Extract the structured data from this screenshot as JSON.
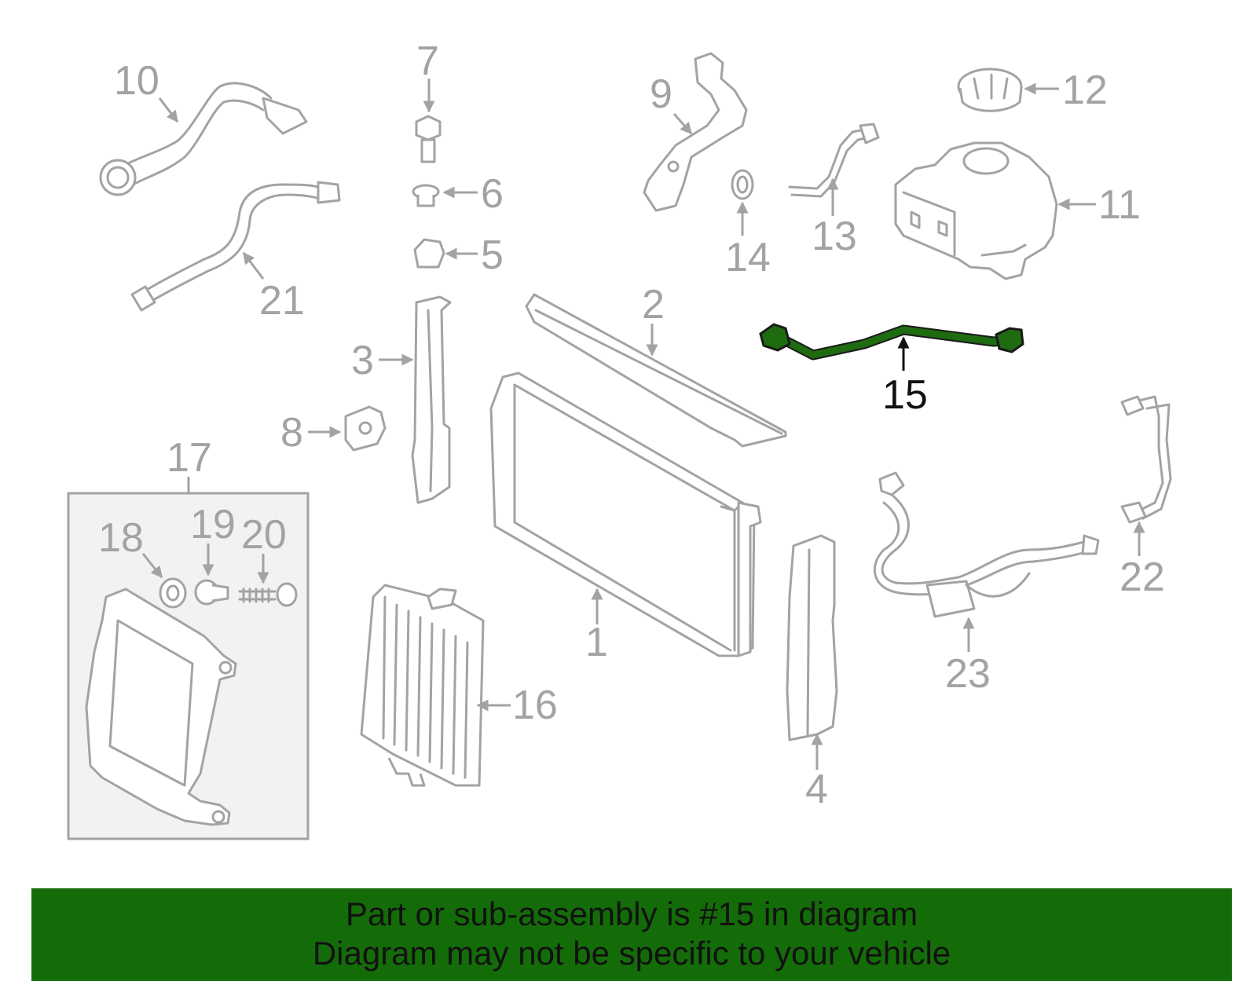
{
  "callouts": [
    {
      "id": "1",
      "label": "1"
    },
    {
      "id": "2",
      "label": "2"
    },
    {
      "id": "3",
      "label": "3"
    },
    {
      "id": "4",
      "label": "4"
    },
    {
      "id": "5",
      "label": "5"
    },
    {
      "id": "6",
      "label": "6"
    },
    {
      "id": "7",
      "label": "7"
    },
    {
      "id": "8",
      "label": "8"
    },
    {
      "id": "9",
      "label": "9"
    },
    {
      "id": "10",
      "label": "10"
    },
    {
      "id": "11",
      "label": "11"
    },
    {
      "id": "12",
      "label": "12"
    },
    {
      "id": "13",
      "label": "13"
    },
    {
      "id": "14",
      "label": "14"
    },
    {
      "id": "15",
      "label": "15"
    },
    {
      "id": "16",
      "label": "16"
    },
    {
      "id": "17",
      "label": "17"
    },
    {
      "id": "18",
      "label": "18"
    },
    {
      "id": "19",
      "label": "19"
    },
    {
      "id": "20",
      "label": "20"
    },
    {
      "id": "21",
      "label": "21"
    },
    {
      "id": "22",
      "label": "22"
    },
    {
      "id": "23",
      "label": "23"
    }
  ],
  "highlighted_part": "15",
  "colors": {
    "part_line": "#a3a3a3",
    "highlight": "#1e6b10",
    "banner_background": "#146c09"
  },
  "banner": {
    "line1": "Part or sub-assembly is #15 in diagram",
    "line2": "Diagram may not be specific to your vehicle"
  }
}
